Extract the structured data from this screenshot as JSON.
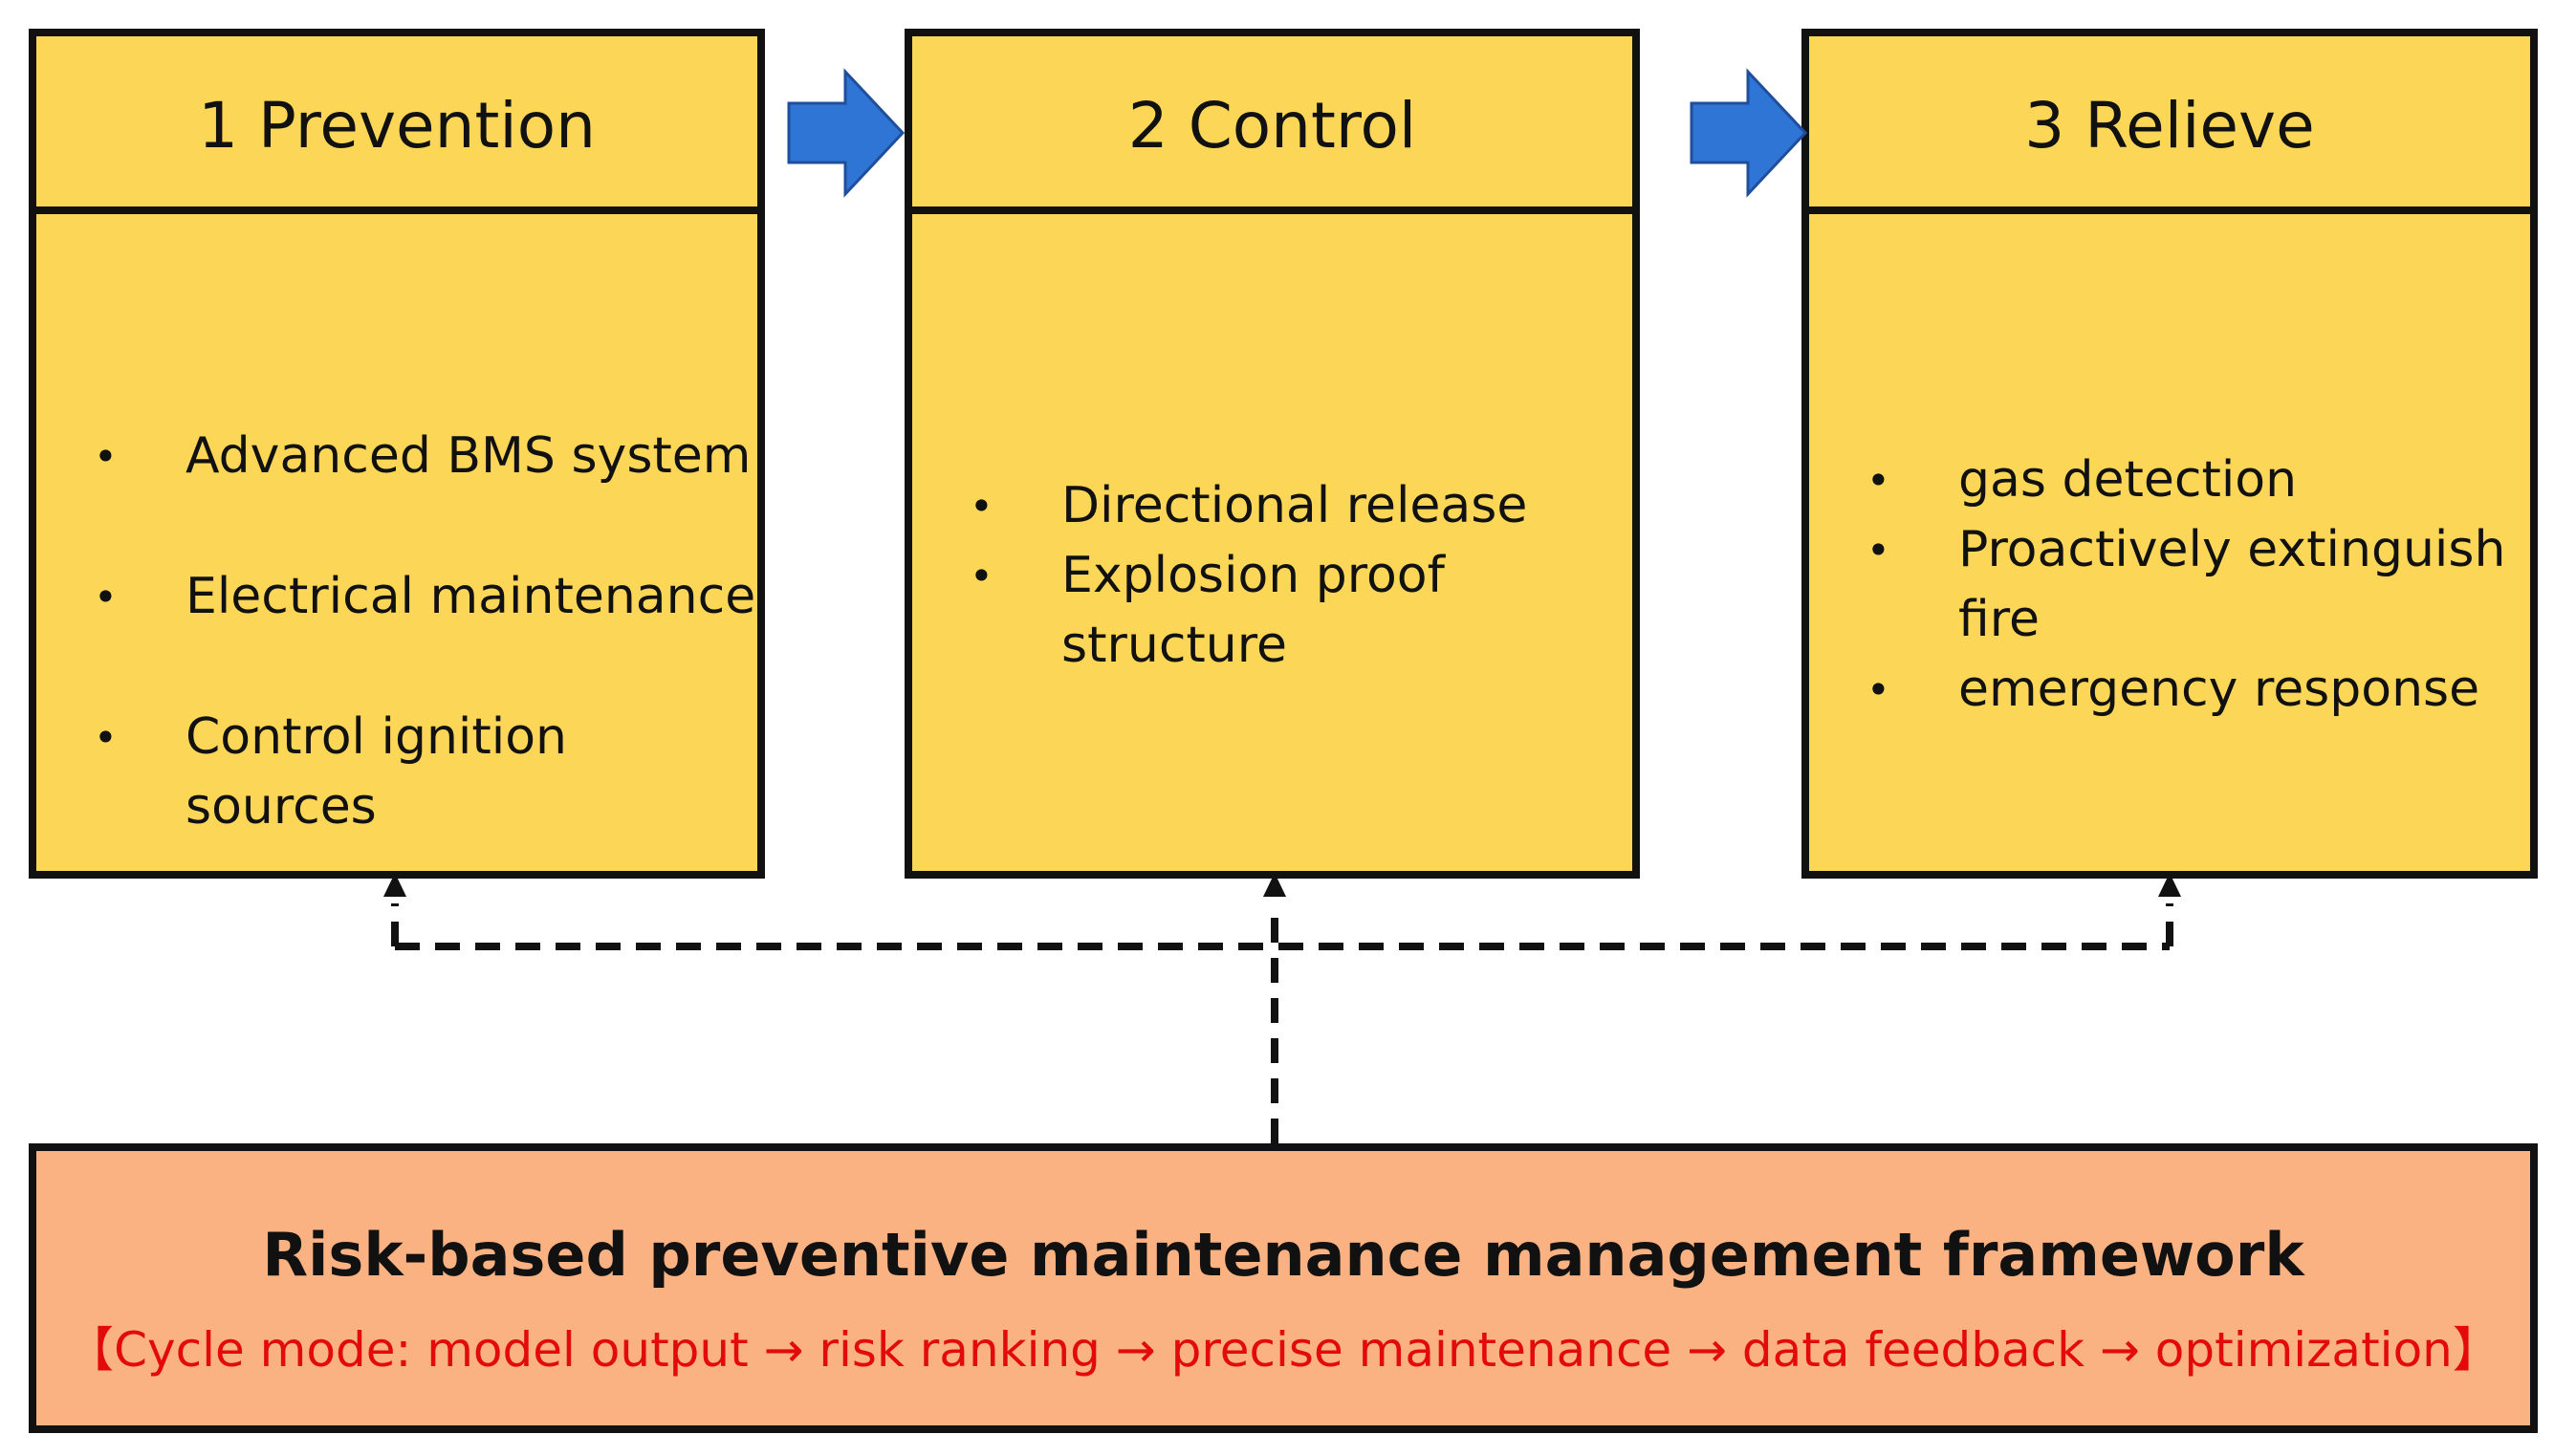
{
  "diagram": {
    "stages": [
      {
        "title": "1 Prevention",
        "items": [
          "Advanced BMS system",
          "Electrical maintenance",
          "Control ignition sources"
        ]
      },
      {
        "title": "2 Control",
        "items": [
          "Directional release",
          "Explosion proof structure"
        ]
      },
      {
        "title": "3 Relieve",
        "items": [
          "gas detection",
          "Proactively extinguish fire",
          "emergency response"
        ]
      }
    ],
    "bullet_symbol": "•",
    "framework": {
      "title": "Risk-based preventive maintenance management framework",
      "subtitle": "【Cycle mode: model output → risk ranking → precise maintenance → data feedback → optimization】"
    },
    "colors": {
      "stage_fill": "#fcd757",
      "framework_fill": "#fbb282",
      "subtitle_text": "#e20a0a",
      "arrow_fill": "#2e75d6",
      "border": "#111111"
    }
  }
}
